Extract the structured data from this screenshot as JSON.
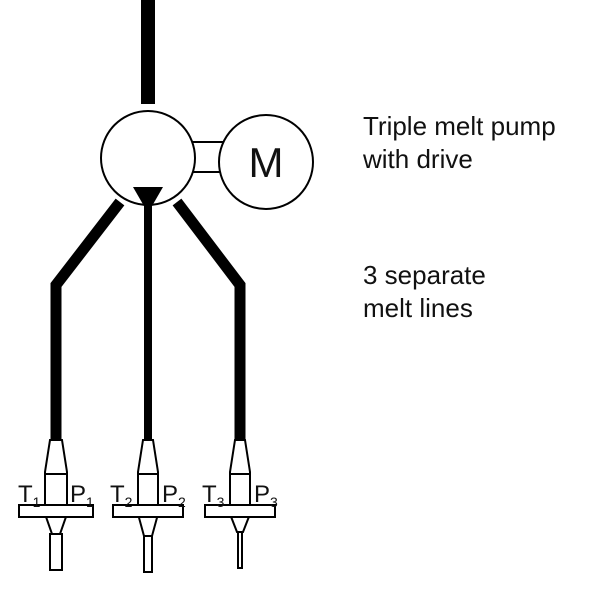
{
  "diagram": {
    "motor_label": "M",
    "caption_pump": [
      "Triple melt pump",
      "with drive"
    ],
    "caption_lines": [
      "3 separate",
      "melt lines"
    ],
    "outlets": [
      {
        "t_letter": "T",
        "t_sub": "1",
        "p_letter": "P",
        "p_sub": "1"
      },
      {
        "t_letter": "T",
        "t_sub": "2",
        "p_letter": "P",
        "p_sub": "2"
      },
      {
        "t_letter": "T",
        "t_sub": "3",
        "p_letter": "P",
        "p_sub": "3"
      }
    ]
  }
}
